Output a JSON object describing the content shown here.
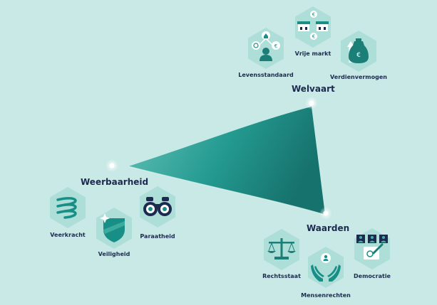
{
  "colors": {
    "background": "#c9e9e6",
    "hex_fill": "#a6dbd5",
    "teal": "#188f86",
    "teal_dark": "#0e6e68",
    "navy": "#1b2a4e",
    "white": "#ffffff"
  },
  "groups": {
    "welvaart": {
      "title": "Welvaart",
      "items": [
        {
          "label": "Levensstandaard",
          "icon": "house-person-icon"
        },
        {
          "label": "Vrije markt",
          "icon": "market-stalls-icon"
        },
        {
          "label": "Verdienvermogen",
          "icon": "money-bag-growth-icon"
        }
      ]
    },
    "weerbaarheid": {
      "title": "Weerbaarheid",
      "items": [
        {
          "label": "Veerkracht",
          "icon": "spring-coil-icon"
        },
        {
          "label": "Veiligheid",
          "icon": "shield-icon"
        },
        {
          "label": "Paraatheid",
          "icon": "binoculars-icon"
        }
      ]
    },
    "waarden": {
      "title": "Waarden",
      "items": [
        {
          "label": "Rechtsstaat",
          "icon": "scales-icon"
        },
        {
          "label": "Mensenrechten",
          "icon": "hands-person-icon"
        },
        {
          "label": "Democratie",
          "icon": "ballot-voters-icon"
        }
      ]
    }
  }
}
